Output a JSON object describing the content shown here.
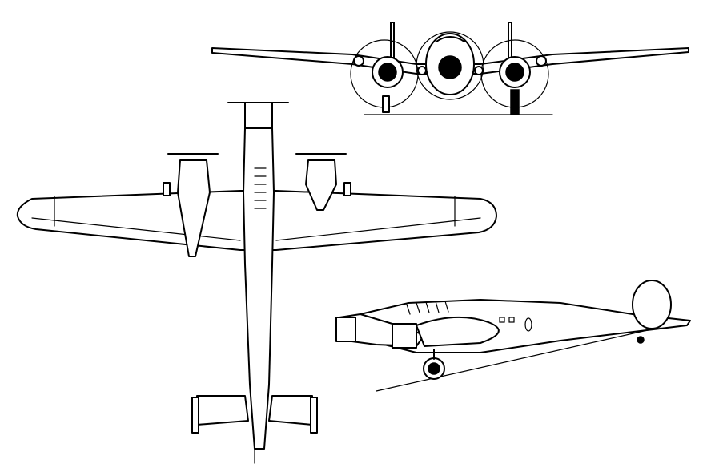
{
  "drawing": {
    "subject": "twin-engine-aircraft",
    "views": [
      "front-view",
      "plan-view",
      "side-view"
    ],
    "line_color": "#000000",
    "background_color": "#ffffff"
  }
}
